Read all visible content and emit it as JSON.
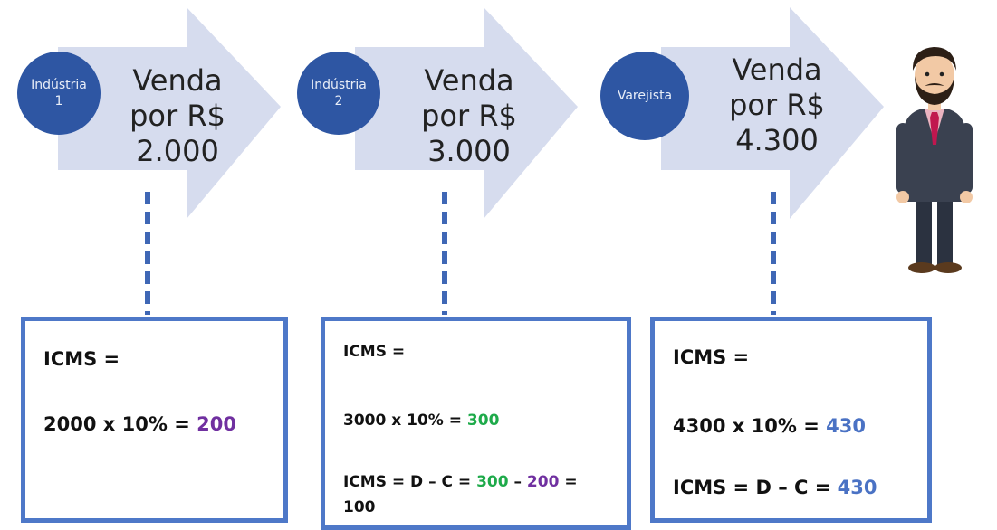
{
  "stages": [
    {
      "circle_label": "Indústria\n1",
      "sale_text": "Venda\npor R$\n2.000"
    },
    {
      "circle_label": "Indústria\n2",
      "sale_text": "Venda\npor R$\n3.000"
    },
    {
      "circle_label": "Varejista",
      "sale_text": "Venda\npor R$\n4.300"
    }
  ],
  "boxes": [
    {
      "icms_label": "ICMS =",
      "calc_text": "2000 x 10% =",
      "calc_value": "200"
    },
    {
      "icms_label": "ICMS =",
      "calc_text": "3000 x 10% =",
      "calc_value": "300",
      "dc_text": "ICMS = D – C =",
      "dc_value1": "300",
      "dc_dash": "–",
      "dc_value2": "200",
      "dc_eq": "=",
      "dc_result": "100"
    },
    {
      "icms_label": "ICMS =",
      "calc_text": "4300 x 10% =",
      "calc_value": "430",
      "dc_text": "ICMS = D – C =",
      "dc_result": "430"
    }
  ],
  "colors": {
    "arrow": "#d6dcee",
    "circle": "#2e56a3",
    "box_border": "#4e78c8",
    "stage1_value": "#7030a0",
    "stage2_value": "#1eaa4a",
    "stage2_result": "#ed7d31",
    "stage3_value": "#4a72c4"
  }
}
